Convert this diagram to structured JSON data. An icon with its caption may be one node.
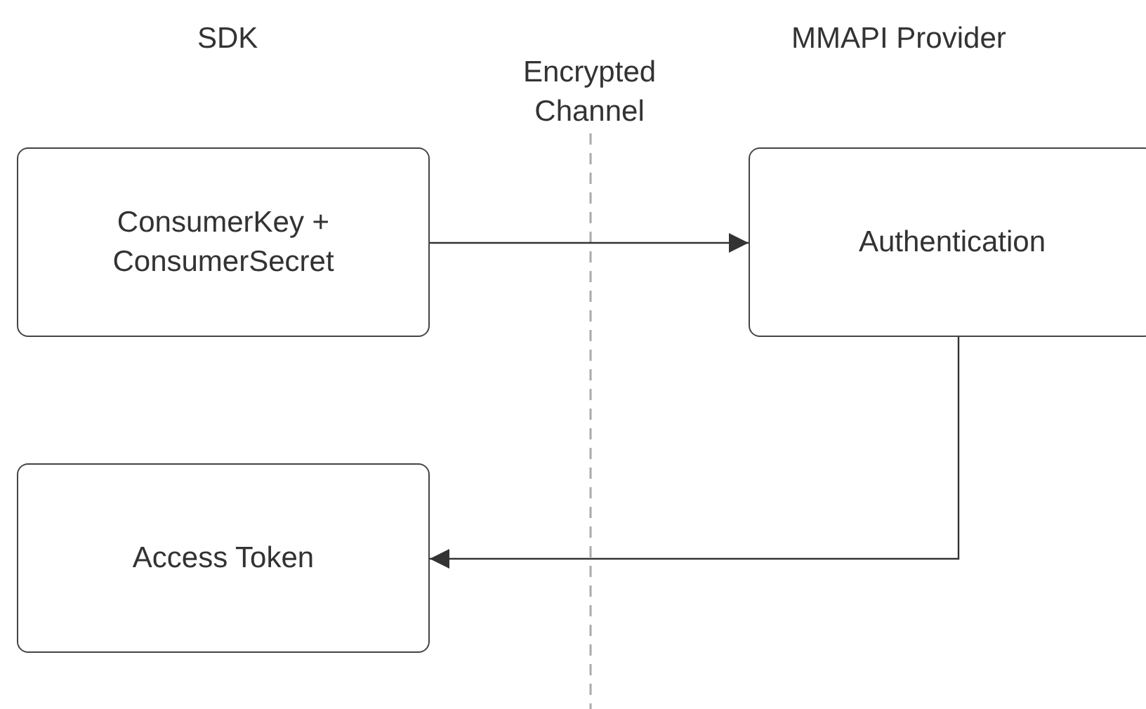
{
  "diagram": {
    "nodes": [
      {
        "text": [
          "ConsumerKey + ConsumerSecret"
        ]
      },
      {
        "text": [
          "Authentication"
        ]
      },
      {
        "text": [
          "Access Token"
        ]
      }
    ],
    "edges": [
      {
        "from": 0,
        "to": 1,
        "arrow": "to"
      },
      {
        "from": 1,
        "to": 2,
        "arrow": "to"
      }
    ],
    "labels": [
      "SDK",
      "Encrypted Channel",
      "MMAPI Provider"
    ]
  }
}
